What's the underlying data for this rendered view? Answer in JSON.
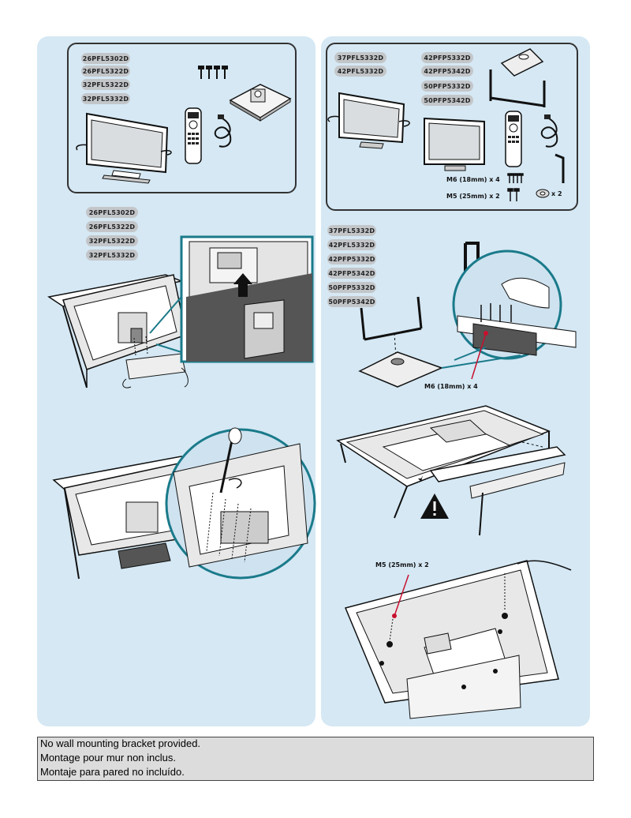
{
  "left_panel": {
    "kit_models": [
      "26PFL5302D",
      "26PFL5322D",
      "32PFL5322D",
      "32PFL5332D"
    ],
    "step_models": [
      "26PFL5302D",
      "26PFL5322D",
      "32PFL5322D",
      "32PFL5332D"
    ]
  },
  "right_panel": {
    "kit_models_col1": [
      "37PFL5332D",
      "42PFL5332D"
    ],
    "kit_models_col2": [
      "42PFP5332D",
      "42PFP5342D",
      "50PFP5332D",
      "50PFP5342D"
    ],
    "screw_m6_label": "M6 (18mm) x 4",
    "screw_m5_label": "M5 (25mm) x 2",
    "washer_label": "x 2",
    "step_models": [
      "37PFL5332D",
      "42PFL5332D",
      "42PFP5332D",
      "42PFP5342D",
      "50PFP5332D",
      "50PFP5342D"
    ],
    "callout_m6_label": "M6 (18mm) x 4",
    "callout_m5_label": "M5 (25mm) x 2"
  },
  "notice_lines": [
    "No wall mounting bracket provided.",
    "Montage pour mur non inclus.",
    "Montaje para pared no incluído."
  ],
  "colors": {
    "panel": "#d5e8f4",
    "pill": "#c3c6c9",
    "callout_ring": "#1a7a8a",
    "callout_fill": "#9cc9dd",
    "notice_bg": "#dcdcdc",
    "warning": "#111111"
  }
}
